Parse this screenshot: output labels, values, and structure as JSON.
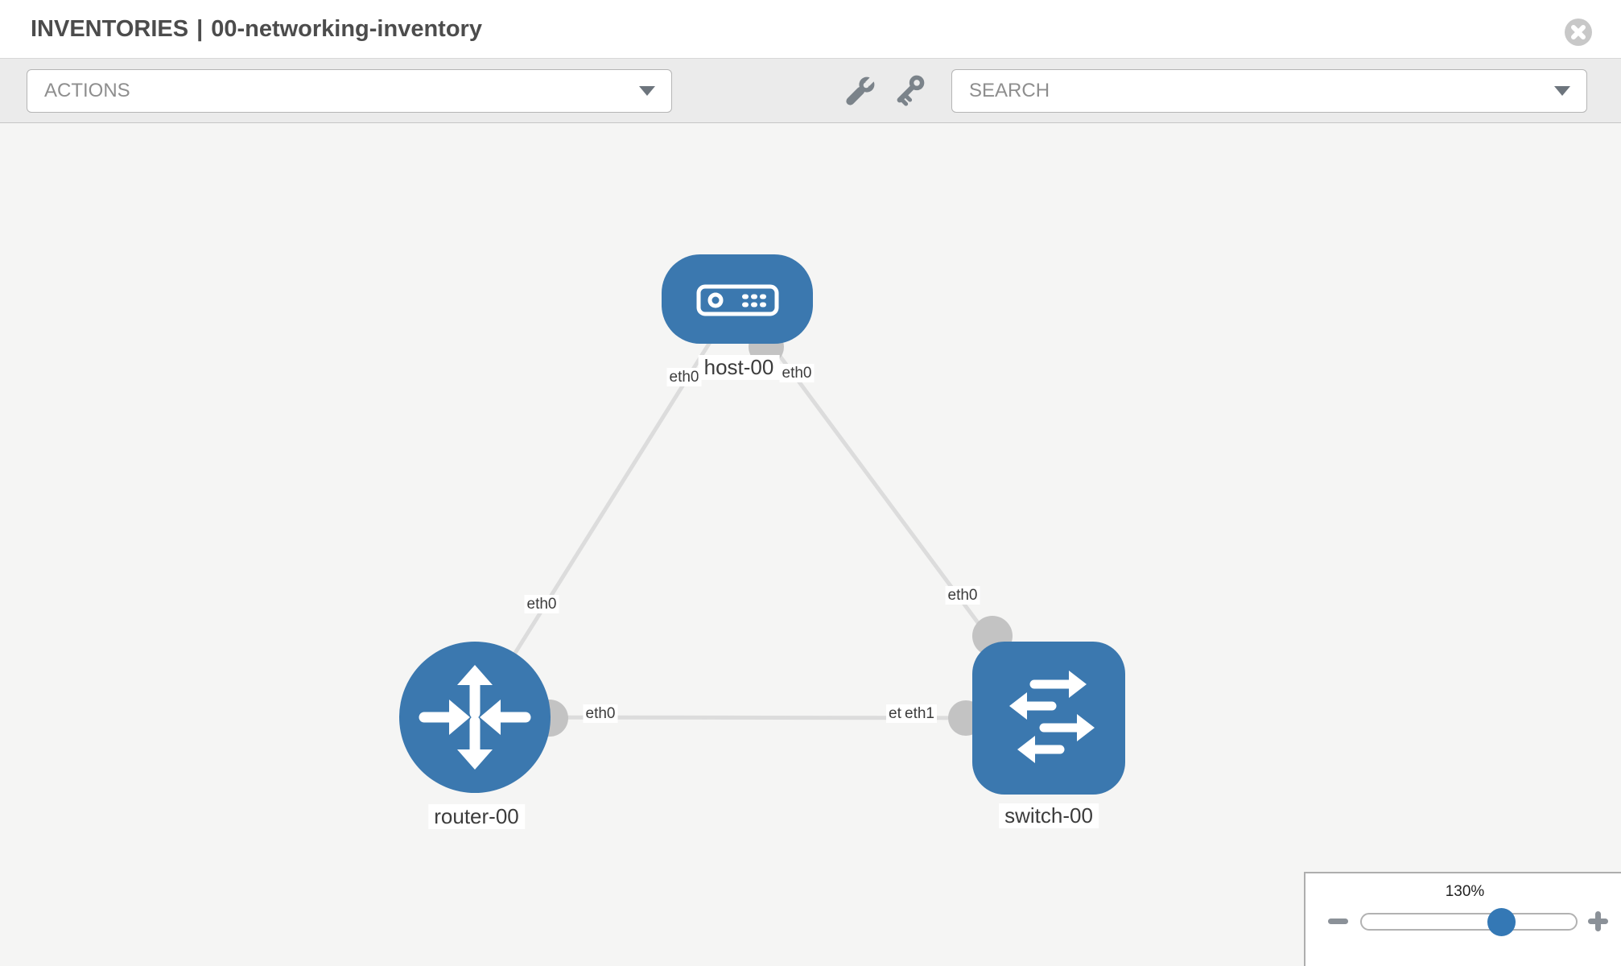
{
  "header": {
    "section": "INVENTORIES",
    "separator": "|",
    "inventory_name": "00-networking-inventory"
  },
  "toolbar": {
    "actions_label": "ACTIONS",
    "search_placeholder": "SEARCH"
  },
  "icons": {
    "close": "circle-x",
    "wrench": "wrench",
    "key": "key",
    "actions_caret": "chevron-down",
    "search_caret": "chevron-down",
    "zoom_out": "minus",
    "zoom_in": "plus"
  },
  "colors": {
    "node_blue": "#3b78af",
    "interface_gray": "#c3c3c3",
    "edge_gray": "#dcdcdc",
    "slider_knob_blue": "#3478b5",
    "canvas_bg": "#f5f5f4"
  },
  "topology": {
    "nodes": [
      {
        "label": "host-00",
        "type": "host"
      },
      {
        "label": "router-00",
        "type": "router"
      },
      {
        "label": "switch-00",
        "type": "switch"
      }
    ],
    "edges": [
      {
        "from": "host-00",
        "to": "router-00",
        "from_interface": "eth0",
        "to_interface": "eth0"
      },
      {
        "from": "host-00",
        "to": "switch-00",
        "from_interface": "eth0",
        "to_interface": "eth0"
      },
      {
        "from": "router-00",
        "to": "switch-00",
        "from_interface": "eth0",
        "to_interface": "eth1",
        "occluded_label": "eth0"
      }
    ]
  },
  "zoom_control": {
    "level": "130%"
  }
}
